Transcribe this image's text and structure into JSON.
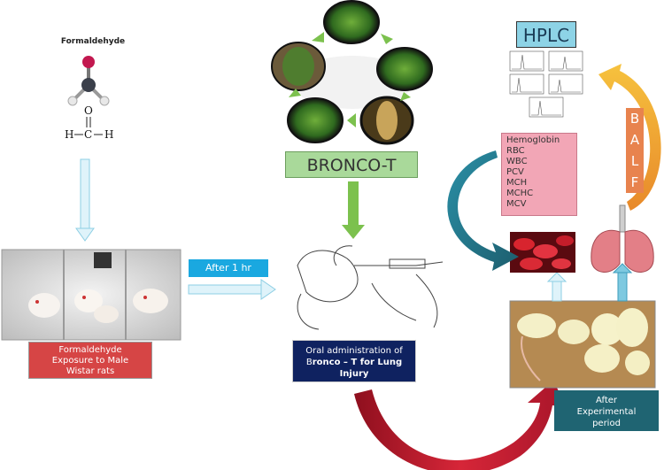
{
  "formula": {
    "title": "Formaldehyde",
    "atoms": {
      "h_left": "H",
      "c": "C",
      "h_right": "H",
      "o": "O"
    }
  },
  "labels": {
    "exposure": [
      "Formaldehyde",
      "Exposure to Male",
      "Wistar rats"
    ],
    "after_1hr": "After 1 hr",
    "bronco": "BRONCO-T",
    "oral_line1": "Oral administration of",
    "oral_line2_b1": "B",
    "oral_line2_rest": "ronco – T for Lung",
    "oral_line3": "Injury",
    "after_experimental": [
      "After",
      "Experimental",
      "period"
    ],
    "hplc": "HPLC",
    "balf": [
      "B",
      "A",
      "L",
      "F"
    ]
  },
  "blood_parameters": [
    "Hemoglobin",
    "RBC",
    "WBC",
    "PCV",
    "MCH",
    "MCHC",
    "MCV"
  ],
  "colors": {
    "exposure_box": "#d64545",
    "after_1hr_box": "#1aa8e0",
    "oral_box": "#0f2260",
    "after_exp_box": "#1f6472",
    "bronco_banner": "#a9d99a",
    "hplc_box": "#8dd3e6",
    "params_box": "#f2a6b6",
    "balf_box": "#e8834e",
    "red_arrow": "#c8202f",
    "teal_arrow": "#2d7f93",
    "orange_arrow": "#f0a020",
    "green_arrow": "#7cc14e",
    "light_blue_arrow": "#bfe6f3"
  }
}
